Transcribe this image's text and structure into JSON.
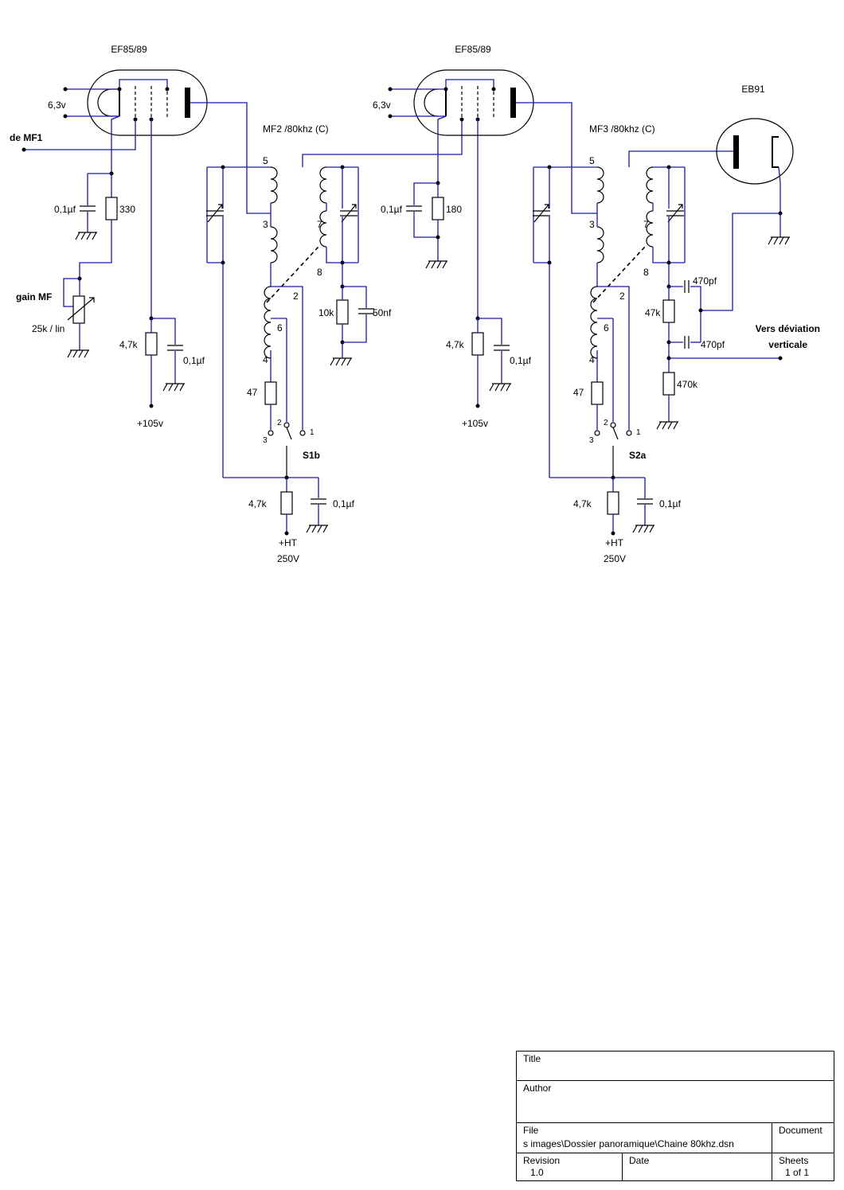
{
  "tubes": {
    "v1": "EF85/89",
    "v2": "EF85/89",
    "v3": "EB91"
  },
  "transformers": {
    "mf2": "MF2 /80khz (C)",
    "mf3": "MF3 /80khz (C)"
  },
  "pins": {
    "mf2": [
      "5",
      "3",
      "7",
      "8",
      "2",
      "6",
      "4"
    ],
    "mf3": [
      "5",
      "3",
      "7",
      "8",
      "2",
      "6",
      "4"
    ]
  },
  "switch": {
    "s1": {
      "name": "S1b",
      "pos1": "1",
      "pos2": "2",
      "pos3": "3"
    },
    "s2": {
      "name": "S2a",
      "pos1": "1",
      "pos2": "2",
      "pos3": "3"
    }
  },
  "labels": {
    "heater": "6,3v",
    "input": "de MF1",
    "gain_name": "gain MF",
    "gain_value": "25k / lin",
    "b_plus": "+105v",
    "ht": "+HT",
    "ht_voltage": "250V",
    "output_line1": "Vers déviation",
    "output_line2": "verticale"
  },
  "values": {
    "c_01": "0,1µf",
    "r330": "330",
    "r47k": "4,7k",
    "r47": "47",
    "r10k": "10k",
    "c50n": "50nf",
    "r180": "180",
    "r47k_det": "47k",
    "c470p": "470pf",
    "r470k": "470k"
  },
  "title_block": {
    "title_label": "Title",
    "title_value": "",
    "author_label": "Author",
    "author_value": "",
    "file_label": "File",
    "file_value": "s images\\Dossier panoramique\\Chaine 80khz.dsn",
    "document_label": "Document",
    "document_value": "",
    "revision_label": "Revision",
    "revision_value": "1.0",
    "date_label": "Date",
    "date_value": "",
    "sheets_label": "Sheets",
    "sheets_value": "1 of 1"
  }
}
